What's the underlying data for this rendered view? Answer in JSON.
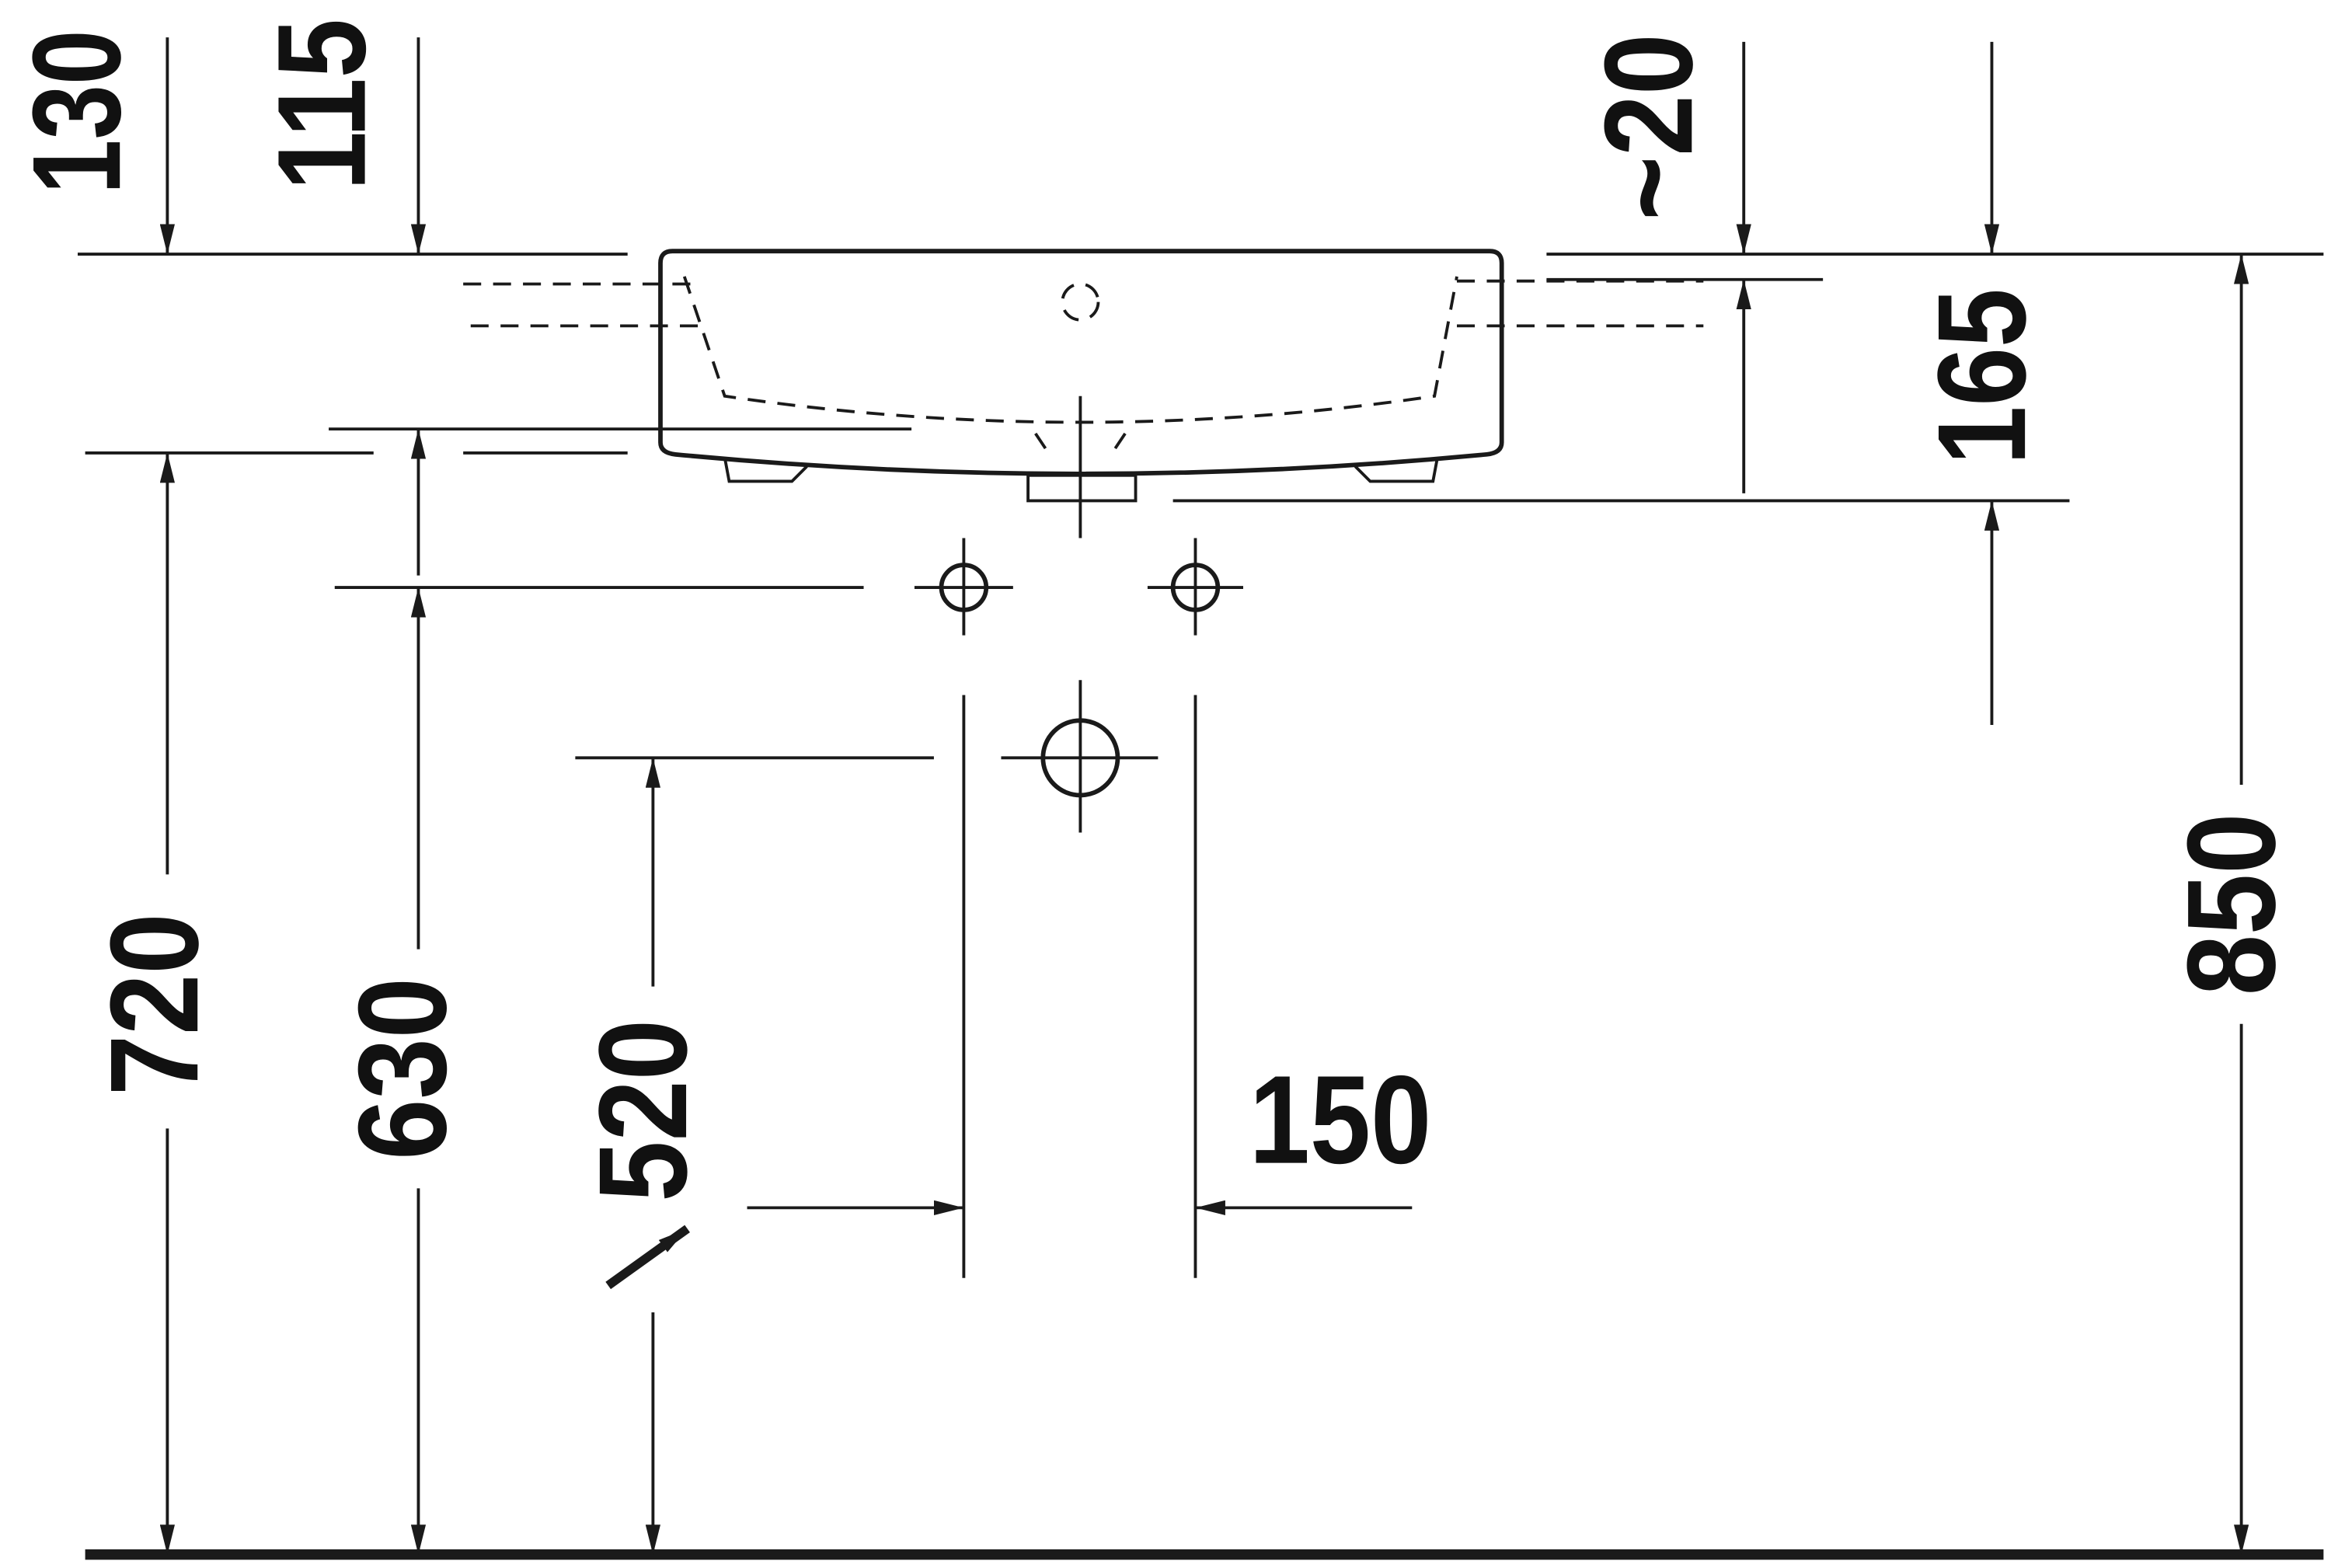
{
  "dimensions": {
    "d130": "130",
    "d115": "115",
    "d20": "~20",
    "d165": "165",
    "d850": "850",
    "d720": "720",
    "d630": "630",
    "d520": "520",
    "d150": "150"
  },
  "colors": {
    "line": "#1a1a1a",
    "background": "#ffffff"
  }
}
